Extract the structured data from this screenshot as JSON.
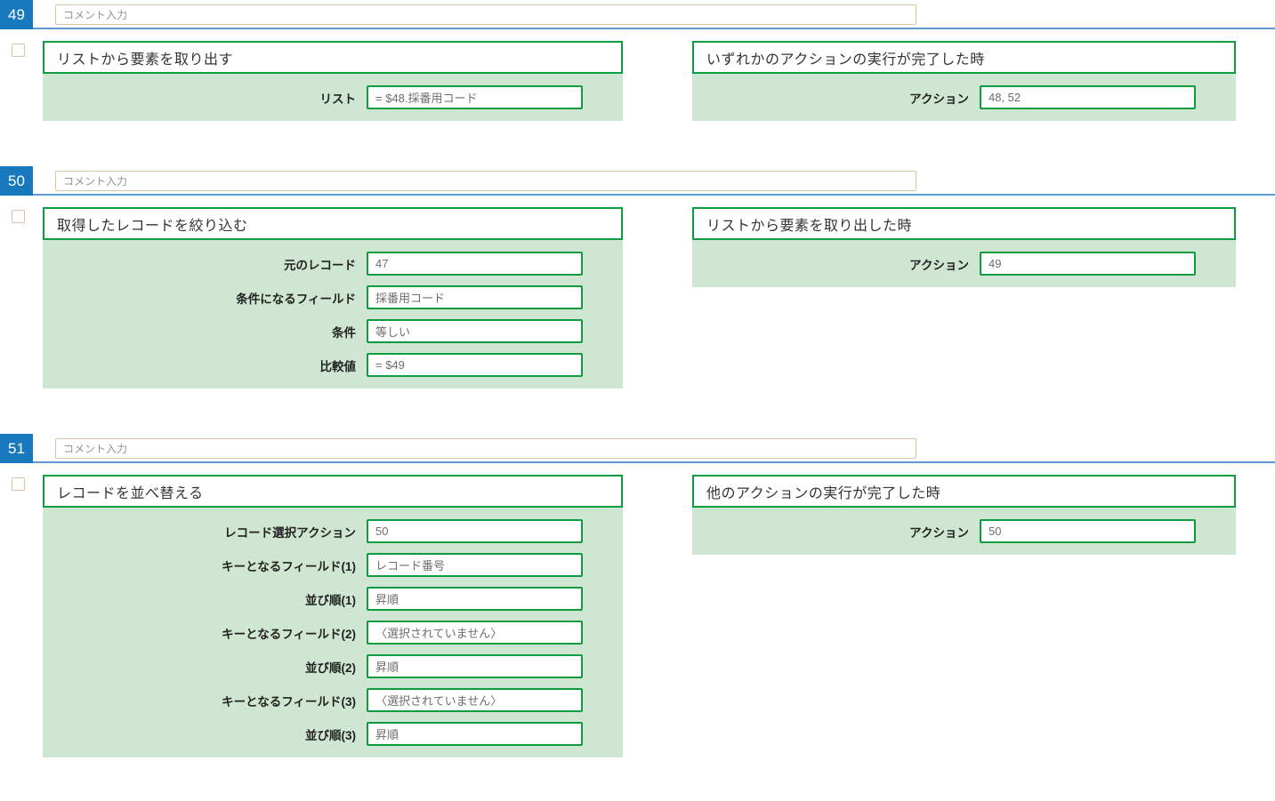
{
  "colors": {
    "badge_blue": "#1878bd",
    "header_rule_blue": "#5e9bd3",
    "comment_border_tan": "#d9c3a7",
    "card_border_green": "#0f9b3f",
    "panel_bg_green": "#cfe7d2",
    "input_text_gray": "#6e6e6e"
  },
  "blocks": [
    {
      "id": "49",
      "comment_placeholder": "コメント入力",
      "action": {
        "title": "リストから要素を取り出す",
        "fields": [
          {
            "label": "リスト",
            "value": "= $48.採番用コード"
          }
        ]
      },
      "trigger": {
        "title": "いずれかのアクションの実行が完了した時",
        "fields": [
          {
            "label": "アクション",
            "value": "48, 52"
          }
        ]
      }
    },
    {
      "id": "50",
      "comment_placeholder": "コメント入力",
      "action": {
        "title": "取得したレコードを絞り込む",
        "fields": [
          {
            "label": "元のレコード",
            "value": "47"
          },
          {
            "label": "条件になるフィールド",
            "value": "採番用コード"
          },
          {
            "label": "条件",
            "value": "等しい"
          },
          {
            "label": "比較値",
            "value": "= $49"
          }
        ]
      },
      "trigger": {
        "title": "リストから要素を取り出した時",
        "fields": [
          {
            "label": "アクション",
            "value": "49"
          }
        ]
      }
    },
    {
      "id": "51",
      "comment_placeholder": "コメント入力",
      "action": {
        "title": "レコードを並べ替える",
        "fields": [
          {
            "label": "レコード選択アクション",
            "value": "50"
          },
          {
            "label": "キーとなるフィールド(1)",
            "value": "レコード番号"
          },
          {
            "label": "並び順(1)",
            "value": "昇順"
          },
          {
            "label": "キーとなるフィールド(2)",
            "value": "〈選択されていません〉"
          },
          {
            "label": "並び順(2)",
            "value": "昇順"
          },
          {
            "label": "キーとなるフィールド(3)",
            "value": "〈選択されていません〉"
          },
          {
            "label": "並び順(3)",
            "value": "昇順"
          }
        ]
      },
      "trigger": {
        "title": "他のアクションの実行が完了した時",
        "fields": [
          {
            "label": "アクション",
            "value": "50"
          }
        ]
      }
    }
  ]
}
